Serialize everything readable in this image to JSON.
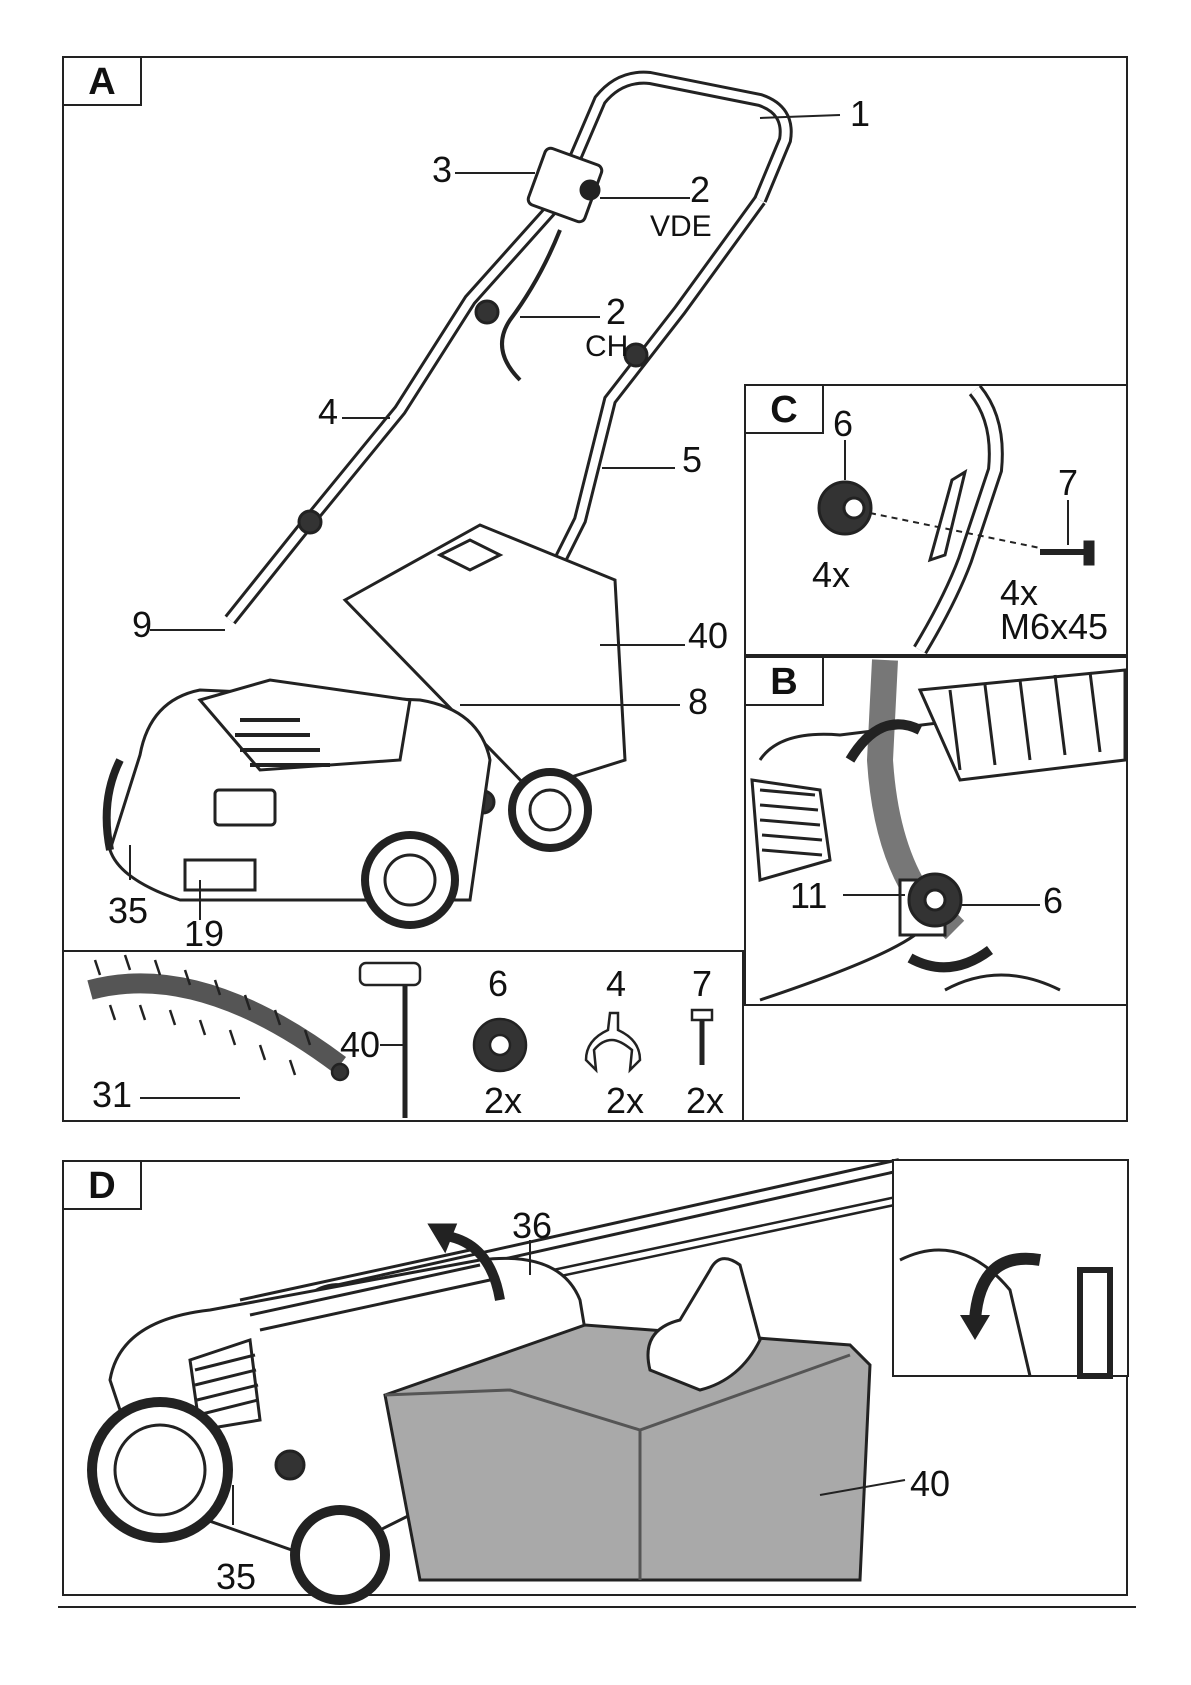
{
  "panels": {
    "A": {
      "tag": "A",
      "labels": {
        "1": "1",
        "2vde": "2",
        "vde": "VDE",
        "2ch": "2",
        "ch": "CH",
        "3": "3",
        "4": "4",
        "5": "5",
        "9": "9",
        "40": "40",
        "8": "8",
        "35": "35",
        "19": "19"
      }
    },
    "C": {
      "tag": "C",
      "labels": {
        "6": "6",
        "7": "7",
        "qty6": "4x",
        "qty7": "4x",
        "screw": "M6x45"
      }
    },
    "B": {
      "tag": "B",
      "labels": {
        "11": "11",
        "6": "6"
      }
    },
    "parts": {
      "labels": {
        "31": "31",
        "40": "40",
        "6": "6",
        "4": "4",
        "7": "7",
        "qty6": "2x",
        "qty4": "2x",
        "qty7": "2x"
      }
    },
    "D": {
      "tag": "D",
      "labels": {
        "36": "36",
        "40": "40",
        "35": "35"
      }
    }
  },
  "colors": {
    "line": "#222222",
    "bag": "#a9a9a9",
    "bag_dark": "#8c8c8c",
    "knob": "#333333"
  }
}
